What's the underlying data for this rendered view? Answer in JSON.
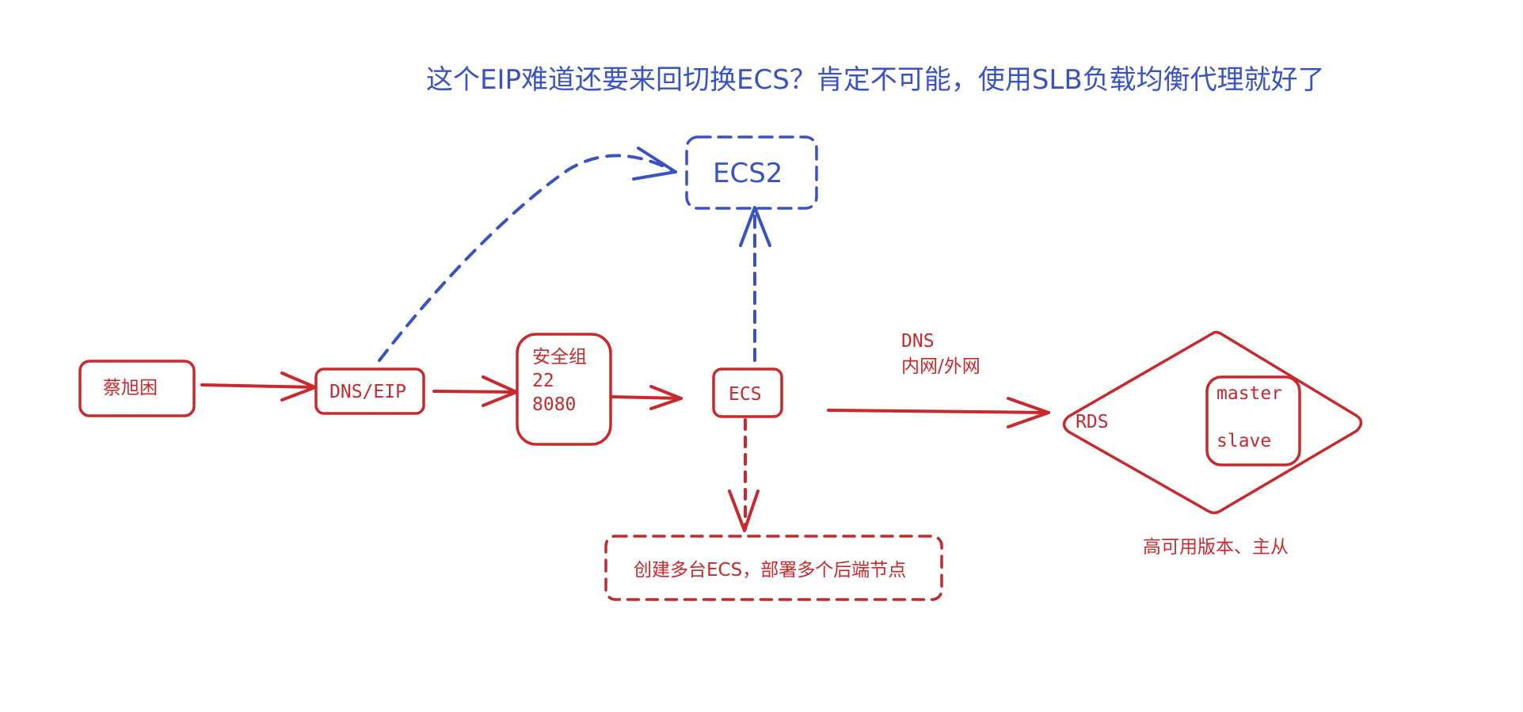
{
  "diagram": {
    "title": "这个EIP难道还要来回切换ECS？肯定不可能，使用SLB负载均衡代理就好了",
    "nodes": {
      "user": "蔡旭困",
      "dns_eip": "DNS/EIP",
      "security_group": {
        "title": "安全组",
        "port_1": "22",
        "port_2": "8080"
      },
      "ecs": "ECS",
      "ecs2": "ECS2",
      "rds": {
        "label": "RDS",
        "master": "master",
        "slave": "slave",
        "note": "高可用版本、主从"
      },
      "backend_note": "创建多台ECS，部署多个后端节点"
    },
    "edges": {
      "ecs_to_rds_line1": "DNS",
      "ecs_to_rds_line2": "内网/外网"
    },
    "colors": {
      "red": "#c9282d",
      "blue": "#3a53c4",
      "background": "#ffffff"
    }
  }
}
